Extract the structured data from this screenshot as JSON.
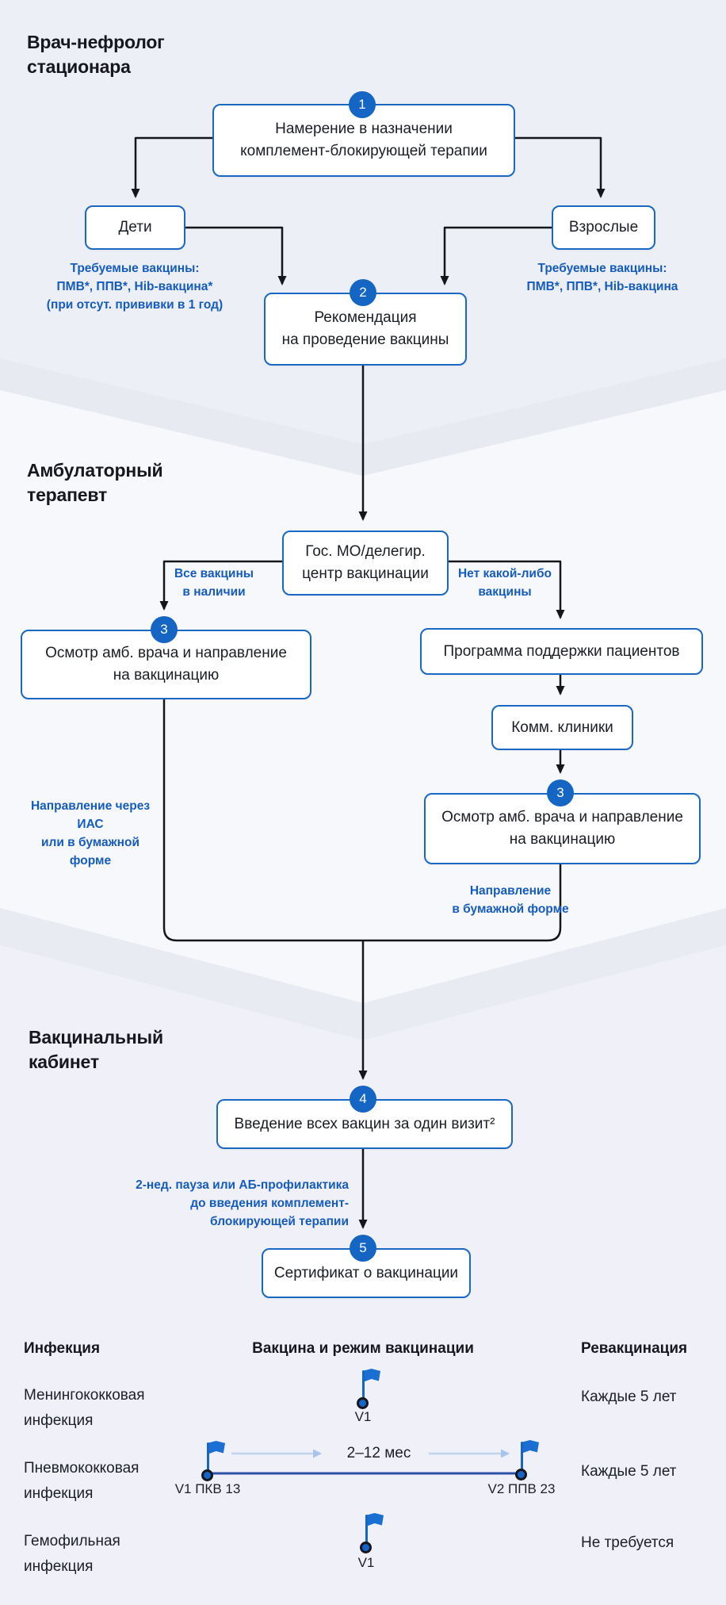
{
  "titles": {
    "hospital_nephrologist": [
      "Врач-нефролог",
      "стационара"
    ],
    "outpatient_therapist": [
      "Амбулаторный",
      "терапевт"
    ],
    "vaccination_room": [
      "Вакцинальный",
      "кабинет"
    ]
  },
  "badges": {
    "step1": "1",
    "step2": "2",
    "step3_left": "3",
    "step3_right": "3",
    "step4": "4",
    "step5": "5"
  },
  "nodes": {
    "intent": [
      "Намерение в назначении",
      "комплемент-блокирующей терапии"
    ],
    "children": "Дети",
    "adults": "Взрослые",
    "recommendation": [
      "Рекомендация",
      "на проведение вакцины"
    ],
    "gov_center": [
      "Гос. МО/делегир.",
      "центр вакцинации"
    ],
    "exam_left": [
      "Осмотр амб. врача и направление",
      "на вакцинацию"
    ],
    "support_program": "Программа поддержки пациентов",
    "comm_clinics": "Комм. клиники",
    "exam_right": [
      "Осмотр амб. врача и направление",
      "на вакцинацию"
    ],
    "administer": "Введение всех вакцин за один визит²",
    "certificate": "Сертификат о вакцинации"
  },
  "edge_labels": {
    "required_children": [
      "Требуемые вакцины:",
      "ПМВ*, ППВ*, Hib-вакцина*",
      "(при отсут. прививки в 1 год)"
    ],
    "required_adults": [
      "Требуемые вакцины:",
      "ПМВ*, ППВ*, Hib-вакцина"
    ],
    "all_available": [
      "Все вакцины",
      "в наличии"
    ],
    "none_available": [
      "Нет какой-либо",
      "вакцины"
    ],
    "referral_ias": [
      "Направление через ИАС",
      "или в бумажной форме"
    ],
    "referral_paper": [
      "Направление",
      "в бумажной форме"
    ],
    "pause_before_therapy": [
      "2-нед. пауза или АБ-профилактика",
      "до введения комплемент-",
      "блокирующей терапии"
    ]
  },
  "schedule": {
    "headers": [
      "Инфекция",
      "Вакцина и режим вакцинации",
      "Ревакцинация"
    ],
    "rows": [
      {
        "infection": [
          "Менингококковая",
          "инфекция"
        ],
        "dose1": "V1",
        "revaccination": "Каждые 5 лет"
      },
      {
        "infection": [
          "Пневмококковая",
          "инфекция"
        ],
        "dose1": "V1 ПКВ 13",
        "dose2": "V2 ППВ 23",
        "interval": "2–12 мес",
        "revaccination": "Каждые 5 лет"
      },
      {
        "infection": [
          "Гемофильная",
          "инфекция"
        ],
        "dose1": "V1",
        "revaccination": "Не требуется"
      }
    ]
  },
  "colors": {
    "node_border": "#1A68C2",
    "badge_fill": "#1565C4",
    "edge_label_text": "#155CBE",
    "flag_fill": "#1C6FD2",
    "timeline_line": "#2E51A8",
    "interval_arrow": "#C2D3EF"
  }
}
